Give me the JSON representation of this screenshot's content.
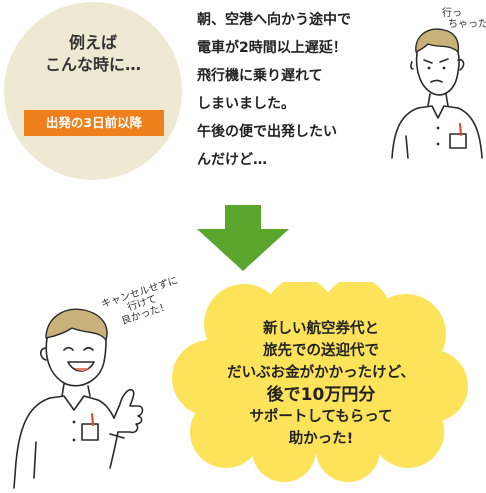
{
  "intro": {
    "line1": "例えば",
    "line2": "こんな時に…",
    "tag": "出発の3日前以降"
  },
  "story": {
    "lines": [
      "朝、空港へ向かう途中で",
      "電車が2時間以上遅延！",
      "飛行機に乗り遅れて",
      "しまいました。",
      "午後の便で出発したい",
      "んだけど…"
    ]
  },
  "thought": {
    "line1": "行っ",
    "line2": "ちゃった"
  },
  "speech": {
    "line1": "キャンセルせずに",
    "line2": "行けて",
    "line3": "良かった！"
  },
  "result": {
    "lines": [
      "新しい航空券代と",
      "旅先での送迎代で",
      "だいぶお金がかかったけど、",
      "後で10万円分",
      "サポートしてもらって",
      "助かった!"
    ]
  },
  "colors": {
    "circle_bg": "#efe8d3",
    "tag_bg": "#ee7f1a",
    "arrow": "#5aa52c",
    "cloud": "#fde35a",
    "hair": "#c9b27a"
  },
  "icons": {
    "arrow": "down-arrow-icon",
    "worried_man": "worried-man-illustration",
    "happy_man": "happy-man-illustration"
  }
}
